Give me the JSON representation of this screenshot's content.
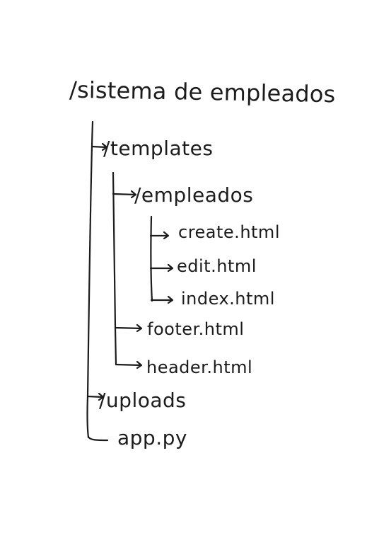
{
  "tree": {
    "root": "/sistema de empleados",
    "templates": "/templates",
    "empleados": "/empleados",
    "create": "create.html",
    "edit": "edit.html",
    "index": "index.html",
    "footer": "footer.html",
    "header": "header.html",
    "uploads": "/uploads",
    "app": "app.py"
  }
}
